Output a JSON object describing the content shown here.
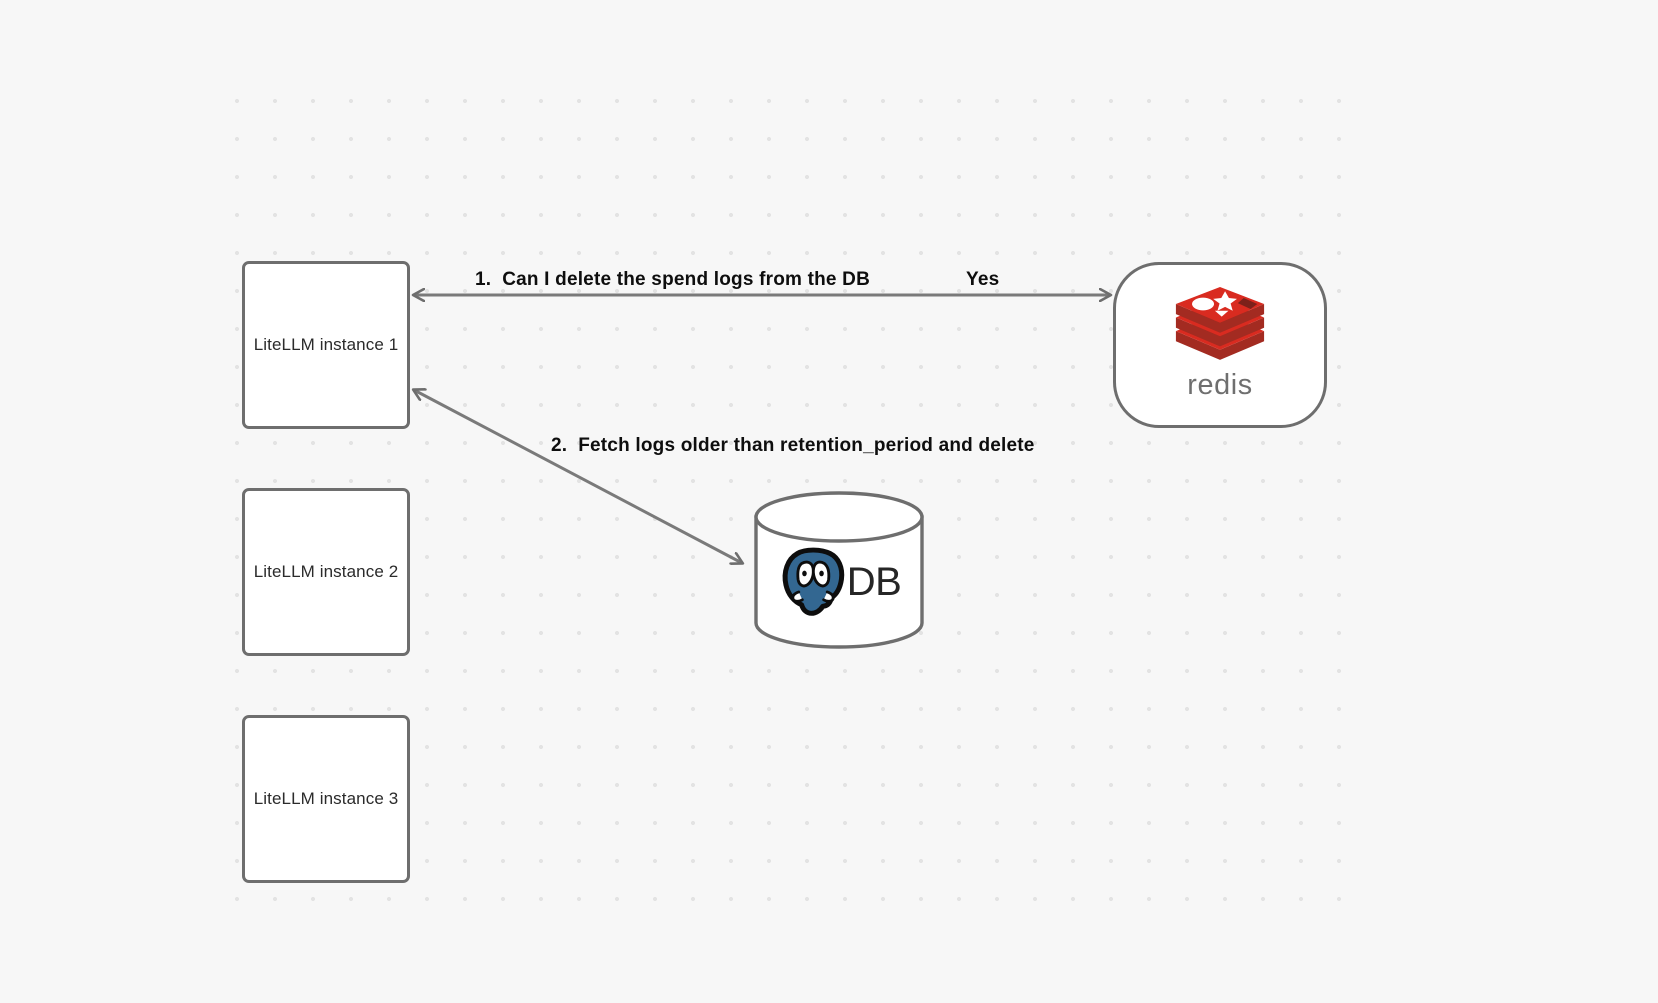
{
  "canvas": {
    "background_color": "#f7f7f7",
    "grid_dot_color": "#e3e3e3"
  },
  "nodes": [
    {
      "id": "litellm-1",
      "label": "LiteLLM instance 1",
      "shape": "rectangle"
    },
    {
      "id": "litellm-2",
      "label": "LiteLLM instance 2",
      "shape": "rectangle"
    },
    {
      "id": "litellm-3",
      "label": "LiteLLM instance 3",
      "shape": "rectangle"
    },
    {
      "id": "redis",
      "label": "redis",
      "shape": "rounded-rectangle",
      "logo": "redis-logo",
      "brand_color": "#d92b20"
    },
    {
      "id": "database",
      "label": "DB",
      "shape": "cylinder",
      "logo": "postgresql-elephant-icon",
      "brand_color": "#336791"
    }
  ],
  "edges": [
    {
      "id": "edge-1",
      "from": "litellm-1",
      "to": "redis",
      "direction": "bidirectional",
      "label": "1.  Can I delete the spend logs from the DB",
      "answer_label": "Yes"
    },
    {
      "id": "edge-2",
      "from": "redis",
      "to": "database",
      "direction": "to-database",
      "label": "2.  Fetch logs older than retention_period and delete"
    }
  ],
  "labels": {
    "litellm_1": "LiteLLM instance 1",
    "litellm_2": "LiteLLM instance 2",
    "litellm_3": "LiteLLM instance 3",
    "redis_wordmark": "redis",
    "db_text": "DB",
    "edge_1": "1.  Can I delete the spend logs from the DB",
    "edge_1_answer": "Yes",
    "edge_2": "2.  Fetch logs older than retention_period and delete"
  }
}
